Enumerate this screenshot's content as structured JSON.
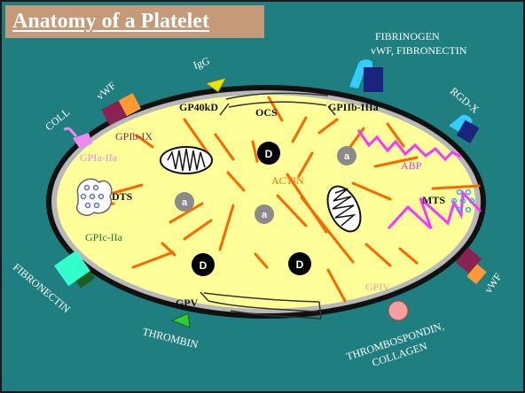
{
  "title": "Anatomy of a Platelet",
  "labels": {
    "fibrinogen": "FIBRINOGEN",
    "vwf_fibronectin": "vWF,  FIBRONECTIN",
    "igg": "IgG",
    "vwf_top": "vWF",
    "coll": "COLL",
    "gpib_ix": "GPIb-IX",
    "gpia_iia": "GPIa-IIa",
    "gp40kd": "GP40kD",
    "ocs": "OCS",
    "gpiib_iiia": "GPIIb-IIIa",
    "rgd_x": "RGD-X",
    "abp": "ABP",
    "actin": "ACTIN",
    "dts": "DTS",
    "mts": "MTS",
    "gpic_iia": "GPIc-IIa",
    "fibronectin": "FIBRONECTIN",
    "gpv": "GPV",
    "thrombin": "THROMBIN",
    "gpiv": "GPIV",
    "thrombospondin": "THROMBOSPONDIN,",
    "collagen": "COLLAGEN",
    "vwf_right": "vWF"
  },
  "granules": {
    "dense": "D",
    "alpha": "a"
  },
  "colors": {
    "background": "#1f7f80",
    "title_bg": "#c49a78",
    "cytoplasm": "#ffff99",
    "membrane_outer": "#111111",
    "membrane_inner": "#b8b8b8",
    "actin": "#ff6600",
    "abp": "#ff33ff",
    "receptor_purple": "#8b2252",
    "receptor_orange": "#ff9933",
    "fibrinogen_blue": "#1a237e",
    "fibrinogen_cyan": "#33ccff",
    "gpiv_pink": "#f4a0a0",
    "gpic_green": "#33ffcc",
    "thrombin_green": "#33cc33",
    "igg_yellow": "#e6e600"
  }
}
